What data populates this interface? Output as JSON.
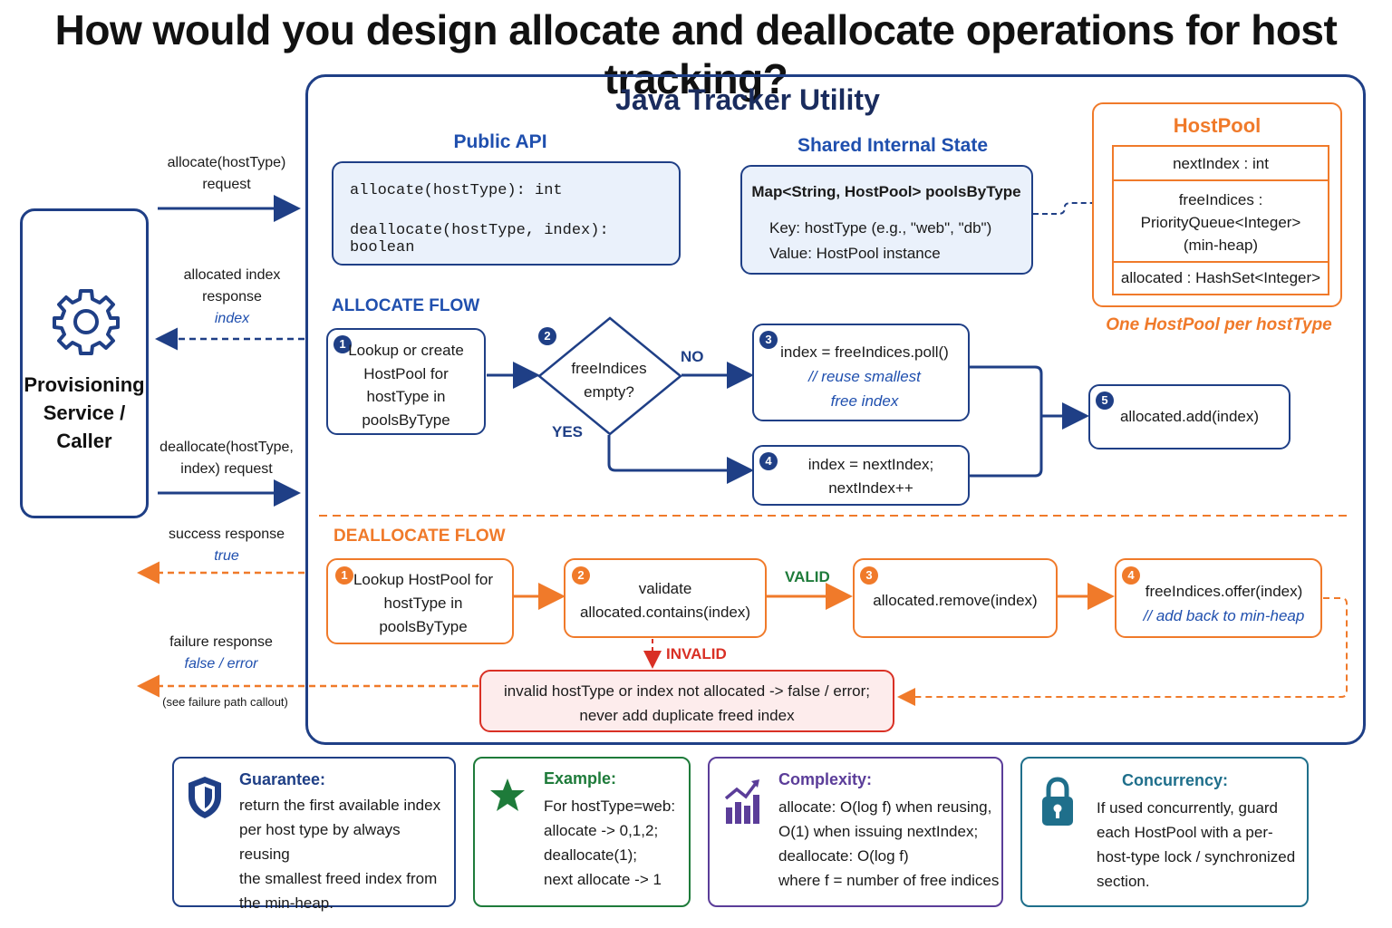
{
  "title": "How would you design allocate and deallocate operations for host tracking?",
  "caller": {
    "label_line1": "Provisioning",
    "label_line2": "Service /",
    "label_line3": "Caller"
  },
  "left_labels": {
    "allocate_req_1": "allocate(hostType)",
    "allocate_req_2": "request",
    "alloc_resp_1": "allocated index",
    "alloc_resp_2": "response",
    "alloc_resp_3": "index",
    "dealloc_req_1": "deallocate(hostType,",
    "dealloc_req_2": "index) request",
    "success_1": "success response",
    "success_2": "true",
    "failure_1": "failure response",
    "failure_2": "false / error",
    "failure_3": "(see failure path callout)"
  },
  "utility": {
    "title": "Java Tracker Utility"
  },
  "public_api": {
    "heading": "Public API",
    "line1": "allocate(hostType): int",
    "line2": "deallocate(hostType, index): boolean"
  },
  "shared_state": {
    "heading": "Shared Internal State",
    "line1": "Map<String, HostPool> poolsByType",
    "line2": "Key: hostType (e.g., \"web\", \"db\")",
    "line3": "Value: HostPool instance"
  },
  "hostpool": {
    "heading": "HostPool",
    "field1": "nextIndex : int",
    "field2a": "freeIndices :",
    "field2b": "PriorityQueue<Integer>",
    "field2c": "(min-heap)",
    "field3": "allocated : HashSet<Integer>",
    "caption": "One HostPool per hostType"
  },
  "allocate_flow": {
    "heading": "ALLOCATE FLOW",
    "step1": {
      "num": "1",
      "l1": "Lookup or create",
      "l2": "HostPool for",
      "l3": "hostType in",
      "l4": "poolsByType"
    },
    "step2": {
      "num": "2",
      "l1": "freeIndices",
      "l2": "empty?"
    },
    "no": "NO",
    "yes": "YES",
    "step3": {
      "num": "3",
      "l1": "index = freeIndices.poll()",
      "l2": "// reuse smallest",
      "l3": "free index"
    },
    "step4": {
      "num": "4",
      "l1": "index = nextIndex;",
      "l2": "nextIndex++"
    },
    "step5": {
      "num": "5",
      "l1": "allocated.add(index)"
    }
  },
  "deallocate_flow": {
    "heading": "DEALLOCATE FLOW",
    "step1": {
      "num": "1",
      "l1": "Lookup HostPool for",
      "l2": "hostType in",
      "l3": "poolsByType"
    },
    "step2": {
      "num": "2",
      "l1": "validate",
      "l2": "allocated.contains(index)"
    },
    "valid": "VALID",
    "step3": {
      "num": "3",
      "l1": "allocated.remove(index)"
    },
    "step4": {
      "num": "4",
      "l1": "freeIndices.offer(index)",
      "l2": "// add back to min-heap"
    },
    "invalid": "INVALID",
    "error_l1": "invalid hostType or index not allocated -> false / error;",
    "error_l2": "never add duplicate freed index"
  },
  "cards": {
    "guarantee": {
      "title": "Guarantee:",
      "l1": "return the first available index",
      "l2": "per host type by always reusing",
      "l3": "the smallest freed index from",
      "l4": "the min-heap."
    },
    "example": {
      "title": "Example:",
      "l1": "For hostType=web:",
      "l2": "allocate -> 0,1,2;",
      "l3": "deallocate(1);",
      "l4": "next allocate -> 1"
    },
    "complexity": {
      "title": "Complexity:",
      "l1": "allocate:  O(log f) when reusing,",
      "l2": "O(1) when issuing nextIndex;",
      "l3": "deallocate:  O(log f)",
      "l4": "where f = number of free indices"
    },
    "concurrency": {
      "title": "Concurrency:",
      "l1": "If used concurrently, guard",
      "l2": "each HostPool with a per-",
      "l3": "host-type lock / synchronized",
      "l4": "section."
    }
  },
  "colors": {
    "navy": "#1f3f86",
    "orange": "#f07a2a",
    "red": "#d93025",
    "green": "#1e7b3a",
    "purple": "#5b3d99",
    "teal": "#1f6f8b"
  }
}
